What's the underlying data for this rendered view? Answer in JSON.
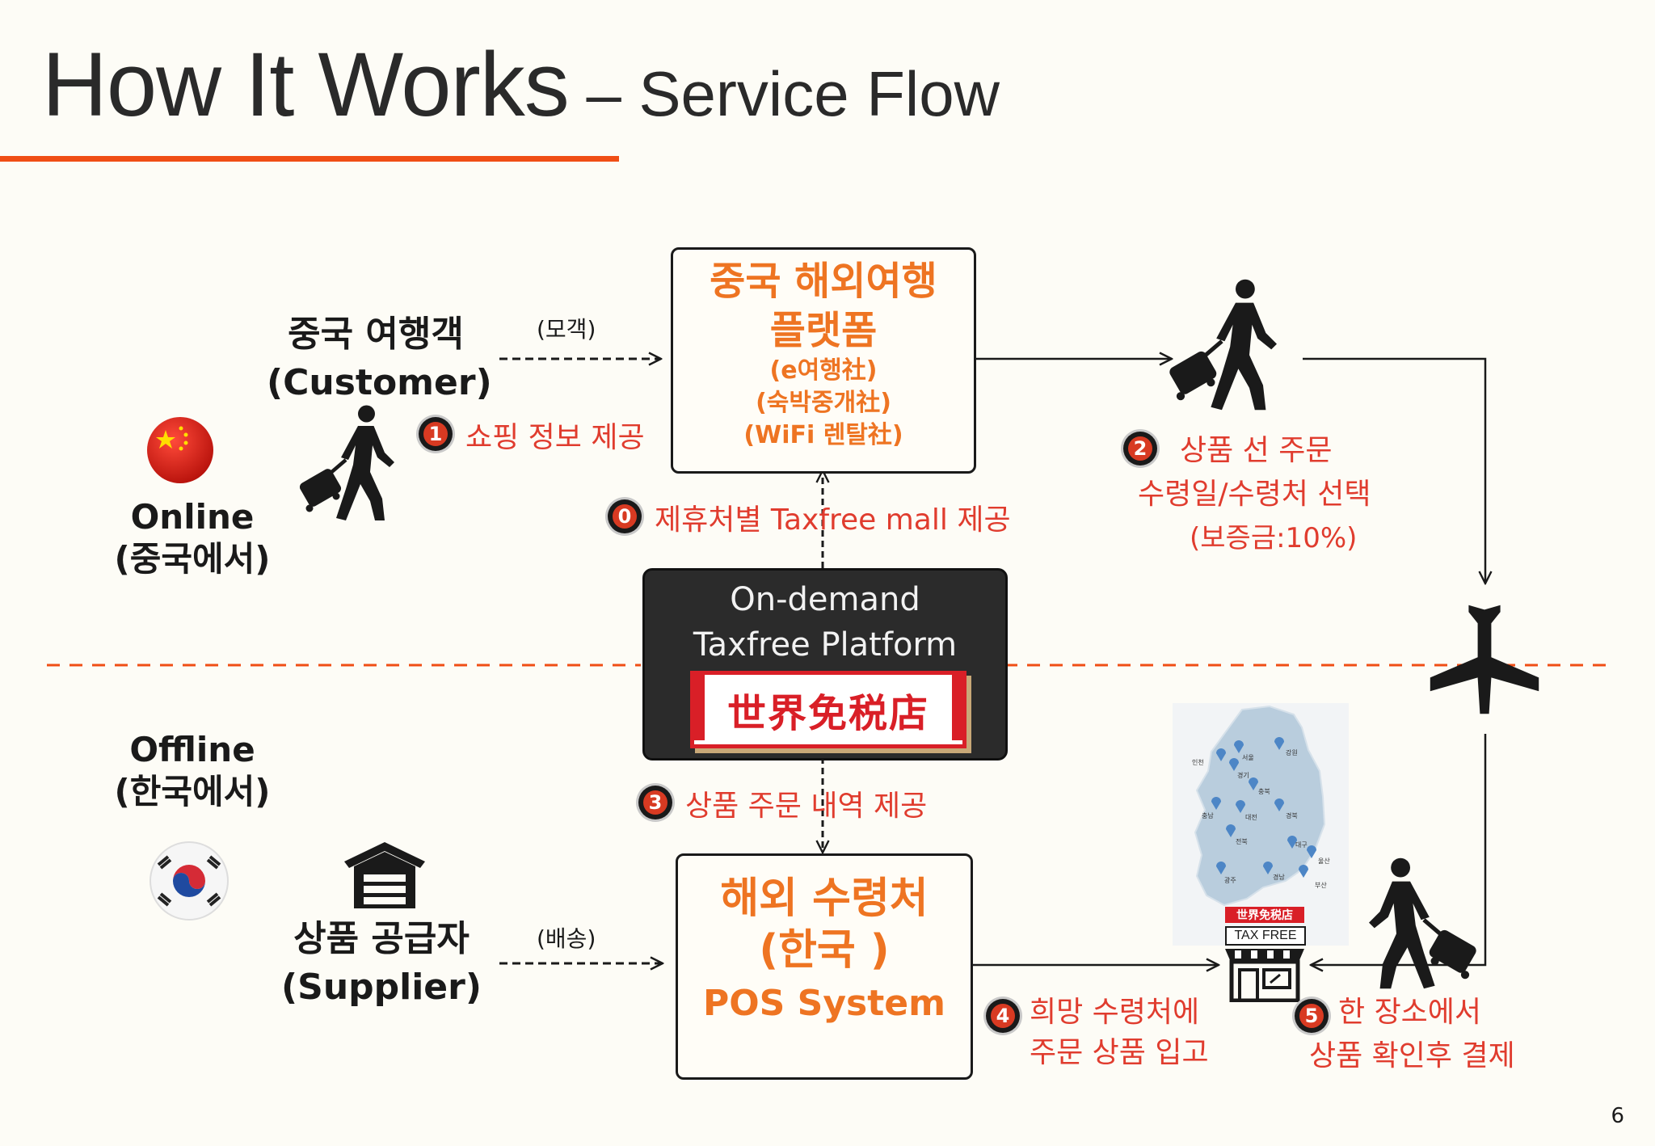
{
  "title": {
    "main": "How It Works",
    "sub": " – Service Flow"
  },
  "page_number": "6",
  "online": {
    "label": "Online",
    "sub": "(중국에서)"
  },
  "offline": {
    "label": "Offline",
    "sub": "(한국에서)"
  },
  "customer": {
    "name": "중국 여행객",
    "en": "(Customer)",
    "arrow_label": "(모객)"
  },
  "supplier": {
    "name": "상품 공급자",
    "en": "(Supplier)",
    "arrow_label": "(배송)"
  },
  "travel_platform": {
    "line1": "중국 해외여행",
    "line2": "플랫폼",
    "line3": "(e여행社)",
    "line4": "(숙박중개社)",
    "line5": "(WiFi 렌탈社)"
  },
  "center_platform": {
    "line1": "On-demand",
    "line2": "Taxfree Platform",
    "brand": "世界免税店"
  },
  "receiving": {
    "line1": "해외 수령처",
    "line2": "(한국 )",
    "line3": "POS System"
  },
  "store": {
    "brand": "世界免税店",
    "sign": "TAX FREE"
  },
  "steps": [
    {
      "num": "0",
      "text": "제휴처별 Taxfree  mall 제공"
    },
    {
      "num": "1",
      "text": "쇼핑 정보 제공"
    },
    {
      "num": "2",
      "line1": "상품 선 주문",
      "line2": "수령일/수령처 선택",
      "line3": "(보증금:10%)"
    },
    {
      "num": "3",
      "text": "상품 주문  내역 제공"
    },
    {
      "num": "4",
      "line1": "희망 수령처에",
      "line2": "주문 상품 입고"
    },
    {
      "num": "5",
      "line1": "한 장소에서",
      "line2": "상품 확인후 결제"
    }
  ],
  "map_labels": [
    "인천",
    "서울",
    "경기",
    "강원",
    "충북",
    "충남",
    "대전",
    "경북",
    "전북",
    "대구",
    "울산",
    "광주",
    "경남",
    "부산"
  ],
  "colors": {
    "accent": "#f04e15",
    "orange_text": "#ee7422",
    "red_text": "#e03c2e",
    "dark_box": "#2b2b2b"
  },
  "icons": [
    "china-flag-icon",
    "korea-flag-icon",
    "traveler-icon",
    "warehouse-icon",
    "airplane-icon",
    "store-icon",
    "map-pin-icon"
  ]
}
